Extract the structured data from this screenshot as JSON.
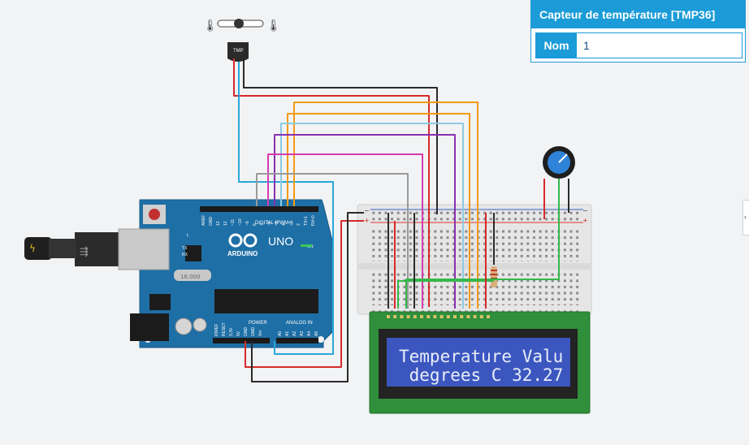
{
  "inspector": {
    "title": "Capteur de température [TMP36]",
    "name_label": "Nom",
    "name_value": "1"
  },
  "arduino": {
    "brand": "ARDUINO",
    "model": "UNO",
    "digital_label": "DIGITAL (PWM~)",
    "analog_label": "ANALOG IN",
    "power_label": "POWER",
    "on_label": "ON",
    "tx_label": "TX",
    "rx_label": "RX",
    "l_label": "L",
    "crystal_label": "16.000",
    "digital_pins": [
      "AREF",
      "GND",
      "13",
      "12",
      "~11",
      "~10",
      "~9",
      "8",
      "7",
      "~6",
      "~5",
      "4",
      "~3",
      "2",
      "TX>1",
      "RX<0"
    ],
    "analog_pins": [
      "A0",
      "A1",
      "A2",
      "A3",
      "A4",
      "A5"
    ],
    "power_pins": [
      "IOREF",
      "RESET",
      "3.3V",
      "5V",
      "GND",
      "GND",
      "Vin"
    ]
  },
  "sensor": {
    "label": "TMP"
  },
  "lcd": {
    "line1": "Temperature Valu",
    "line2": " degrees C 32.27"
  },
  "colors": {
    "board": "#1e6fa6",
    "breadboard": "#e4e4e4",
    "lcd_pcb": "#2f8f3a",
    "lcd_screen": "#3c56c0",
    "accent": "#1b9bd7"
  }
}
